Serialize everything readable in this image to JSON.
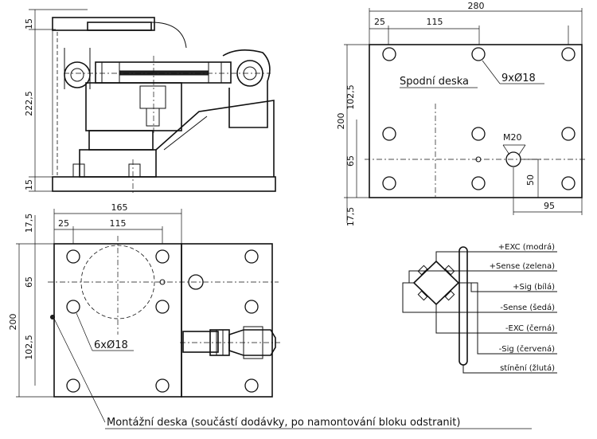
{
  "side_view": {
    "dims": {
      "d15_top": "15",
      "d222_5": "222,5",
      "d15_bottom": "15"
    }
  },
  "bottom_plate": {
    "dims": {
      "d280": "280",
      "d25": "25",
      "d115": "115",
      "d102_5": "102,5",
      "d200": "200",
      "d65": "65",
      "d17_5": "17,5",
      "m20": "M20",
      "d50": "50",
      "d95": "95"
    },
    "label": "Spodní deska",
    "holes_label": "9xØ18"
  },
  "top_view": {
    "dims": {
      "d165": "165",
      "d25": "25",
      "d115": "115",
      "d17_5": "17,5",
      "d65": "65",
      "d200": "200",
      "d102_5": "102,5"
    },
    "holes_label": "6xØ18"
  },
  "wiring": {
    "wires": [
      "+EXC (modrá)",
      "+Sense (zelena)",
      "+Sig (bílá)",
      "-Sense (šedá)",
      "-EXC (černá)",
      "-Sig (červená)",
      "stínění (žlutá)"
    ]
  },
  "footnote": "Montážní deska (součástí dodávky, po namontování bloku odstranit)"
}
